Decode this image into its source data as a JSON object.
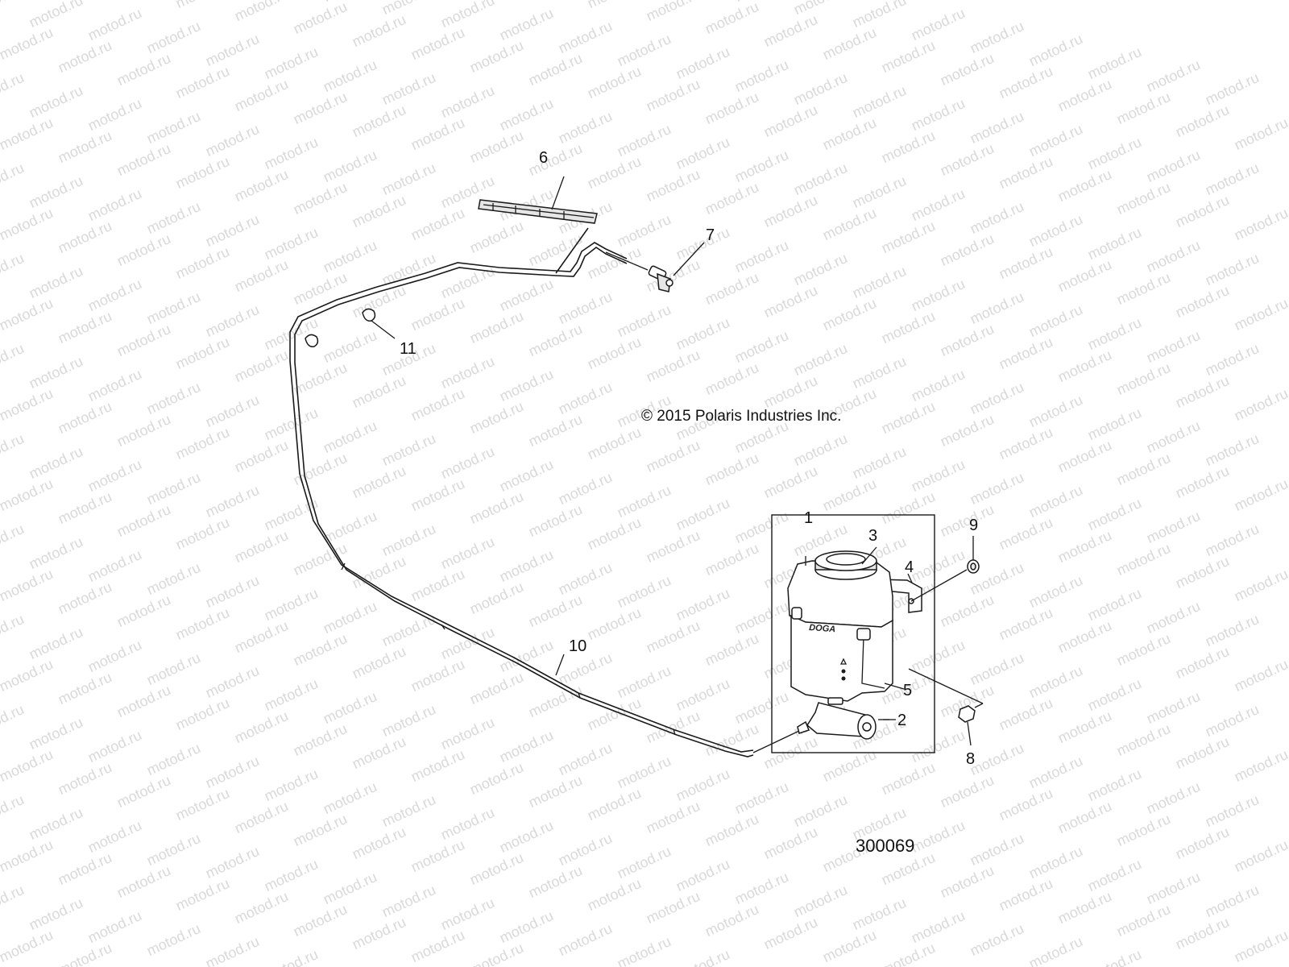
{
  "diagram": {
    "copyright": "© 2015 Polaris Industries Inc.",
    "drawing_number": "300069",
    "watermark": "motod.ru",
    "tank_brand": "DOGA",
    "callouts": {
      "c1": "1",
      "c2": "2",
      "c3": "3",
      "c4": "4",
      "c5": "5",
      "c6": "6",
      "c7": "7",
      "c8": "8",
      "c9": "9",
      "c10": "10",
      "c11": "11"
    }
  }
}
